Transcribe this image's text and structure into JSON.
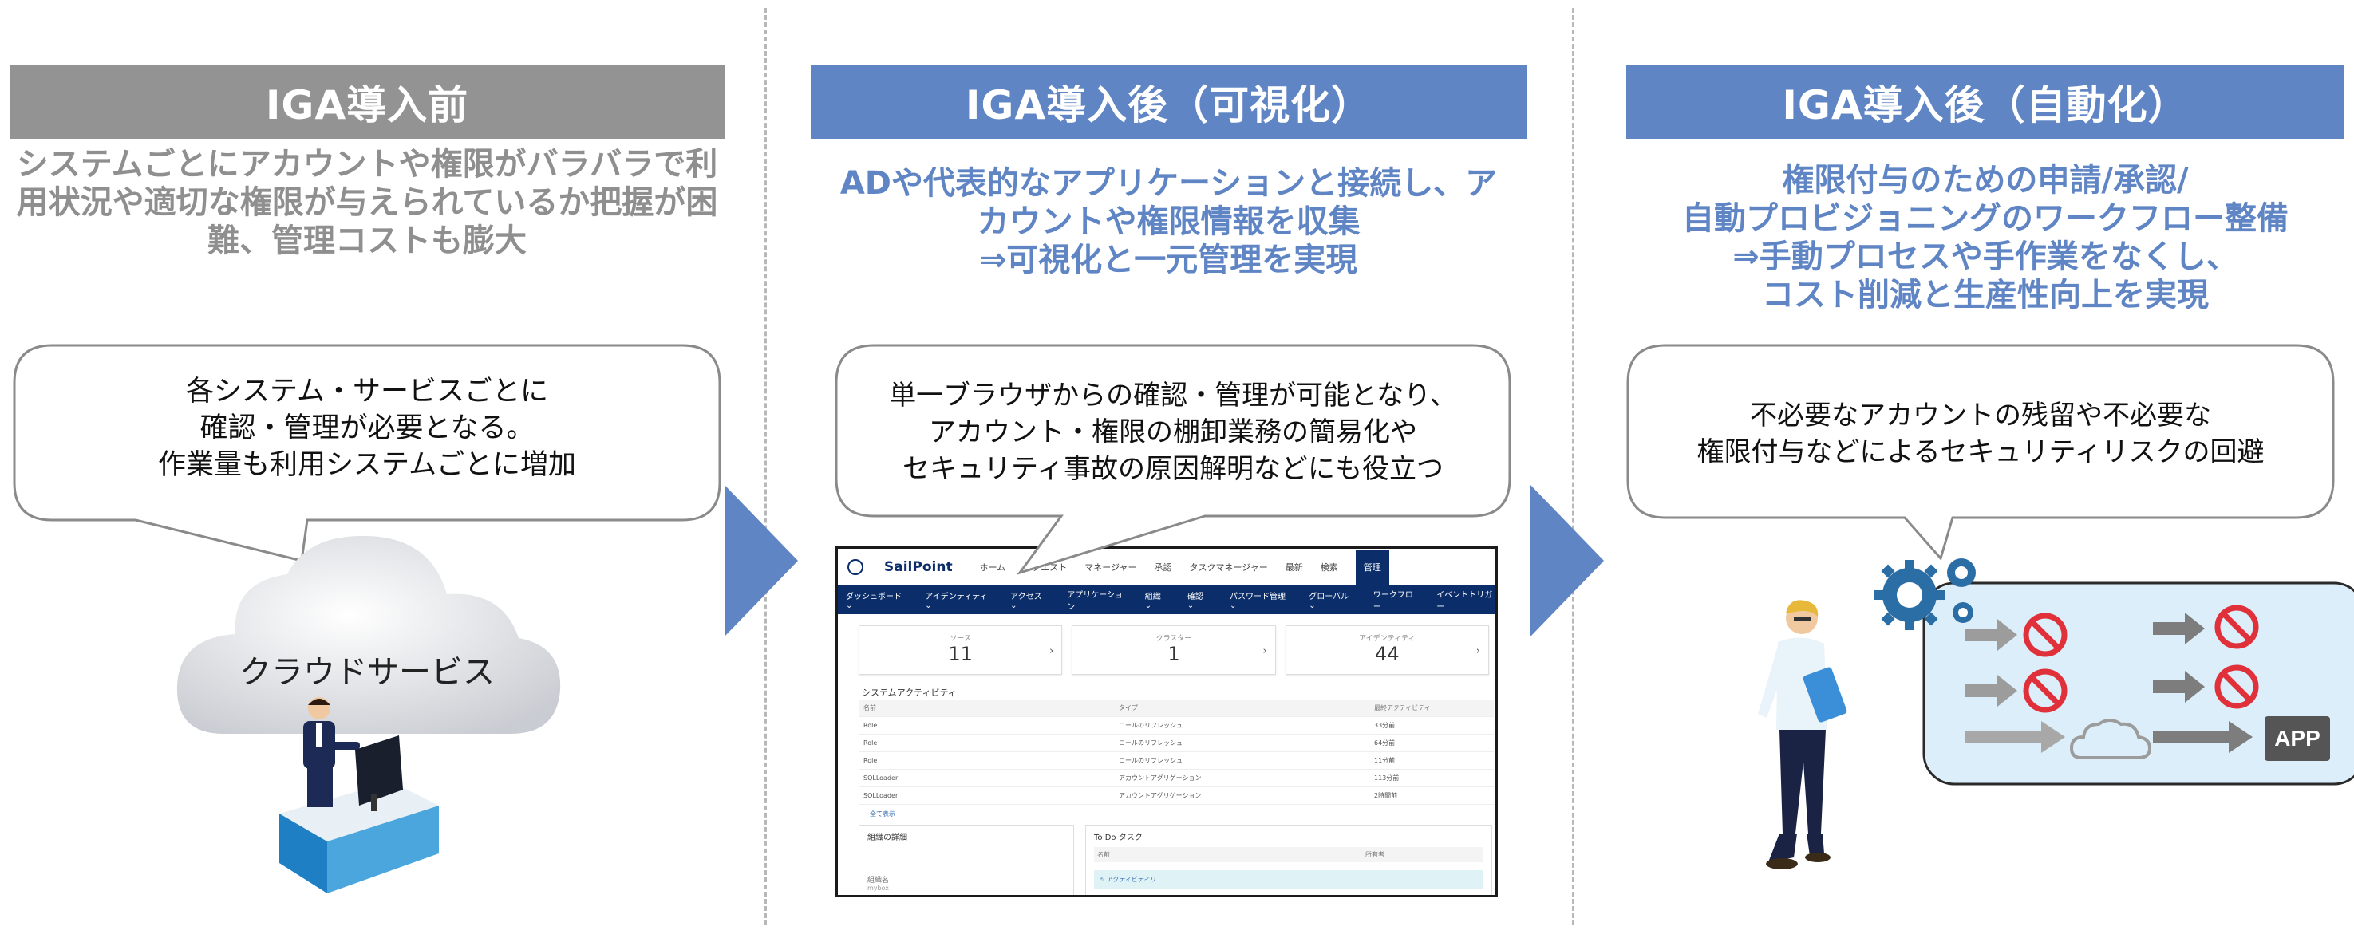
{
  "columns": [
    {
      "header": "IGA導入前",
      "desc": [
        "システムごとにアカウントや権限がバラバラで利",
        "用状況や適切な権限が与えられているか把握が困",
        "難、管理コストも膨大"
      ],
      "bubble": [
        "各システム・サービスごとに",
        "確認・管理が必要となる。",
        "作業量も利用システムごとに増加"
      ],
      "illustration_label": "クラウドサービス"
    },
    {
      "header": "IGA導入後（可視化）",
      "desc": [
        "ADや代表的なアプリケーションと接続し、ア",
        "カウントや権限情報を収集",
        "⇒可視化と一元管理を実現"
      ],
      "bubble": [
        "単一ブラウザからの確認・管理が可能となり、",
        "アカウント・権限の棚卸業務の簡易化や",
        "セキュリティ事故の原因解明などにも役立つ"
      ]
    },
    {
      "header": "IGA導入後（自動化）",
      "desc": [
        "権限付与のための申請/承認/",
        "自動プロビジョニングのワークフロー整備",
        "⇒手動プロセスや手作業をなくし、",
        "コスト削減と生産性向上を実現"
      ],
      "bubble": [
        "不必要なアカウントの残留や不必要な",
        "権限付与などによるセキュリティリスクの回避"
      ],
      "app_label": "APP"
    }
  ],
  "sailpoint": {
    "logo": "SailPoint",
    "top_menu": [
      "ホーム",
      "リクエスト",
      "マネージャー",
      "承認",
      "タスクマネージャー",
      "最新",
      "検索",
      "管理"
    ],
    "nav": [
      "ダッシュボード ⌄",
      "アイデンティティ ⌄",
      "アクセス ⌄",
      "アプリケーション",
      "組織 ⌄",
      "確認 ⌄",
      "パスワード管理 ⌄",
      "グローバル ⌄",
      "ワークフロー",
      "イベントトリガー"
    ],
    "cards": [
      {
        "label": "ソース",
        "value": "11"
      },
      {
        "label": "クラスター",
        "value": "1"
      },
      {
        "label": "アイデンティティ",
        "value": "44"
      }
    ],
    "activity_title": "システムアクティビティ",
    "activity_headers": [
      "名前",
      "タイプ",
      "最終アクティビティ"
    ],
    "activity_rows": [
      [
        "Role",
        "ロールのリフレッシュ",
        "33分前"
      ],
      [
        "Role",
        "ロールのリフレッシュ",
        "64分前"
      ],
      [
        "Role",
        "ロールのリフレッシュ",
        "11分前"
      ],
      [
        "SQLLoader",
        "アカウントアグリゲーション",
        "113分前"
      ],
      [
        "SQLLoader",
        "アカウントアグリゲーション",
        "2時間前"
      ]
    ],
    "more": "全て表示",
    "org_title": "組織の詳細",
    "org_sub": "組織名",
    "org_sub2": "mybox",
    "todo_title": "To Do タスク",
    "todo_headers": [
      "名前",
      "所有者"
    ],
    "todo_row": "⚠ アクティビティリ..."
  },
  "colors": {
    "header_gray": "#939393",
    "header_blue": "#5f85c5",
    "desc_gray": "#8f8f8f",
    "arrow_blue": "#5f85c5",
    "gear_blue": "#2b6ea6",
    "stop_red": "#e0303a"
  }
}
